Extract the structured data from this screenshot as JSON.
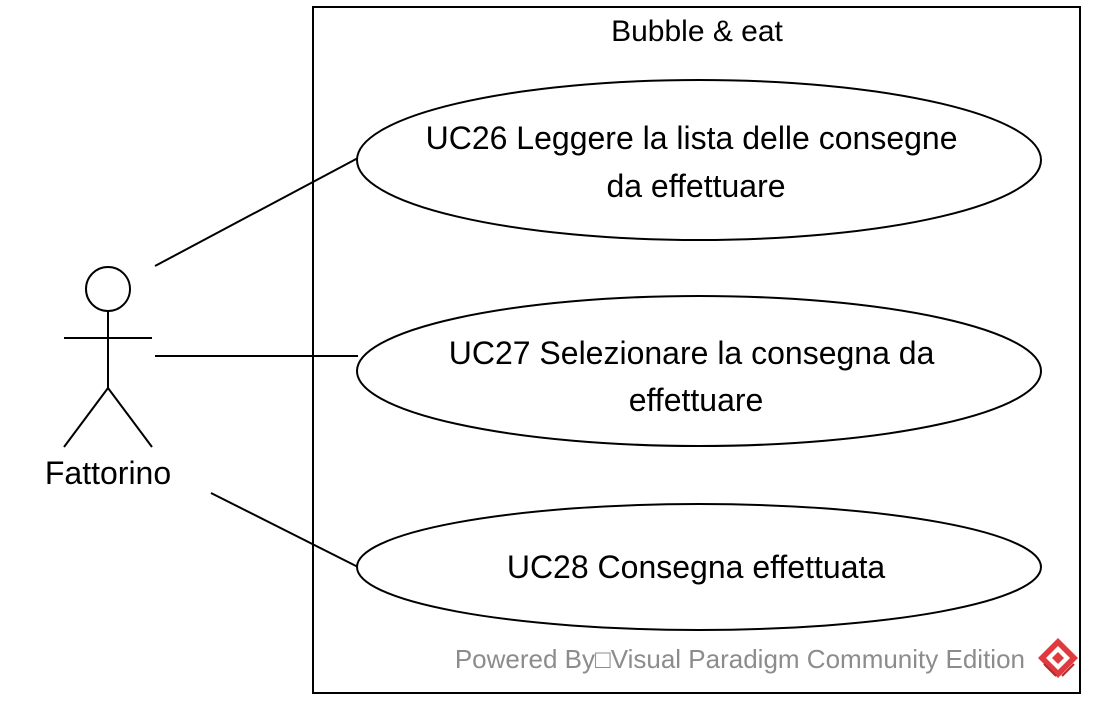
{
  "system": {
    "name": "Bubble & eat"
  },
  "actor": {
    "name": "Fattorino"
  },
  "use_cases": [
    {
      "id": "UC26",
      "lines": [
        "UC26 Leggere la lista delle consegne",
        "da effettuare"
      ]
    },
    {
      "id": "UC27",
      "lines": [
        "UC27 Selezionare la consegna da",
        "effettuare"
      ]
    },
    {
      "id": "UC28",
      "lines": [
        "UC28 Consegna effettuata"
      ]
    }
  ],
  "watermark": {
    "text": "Powered By□Visual Paradigm Community Edition",
    "icon": "visual-paradigm-logo-icon"
  },
  "colors": {
    "stroke": "#000000",
    "watermark_text": "#8c8c8c",
    "logo_red": "#e03a3e"
  }
}
